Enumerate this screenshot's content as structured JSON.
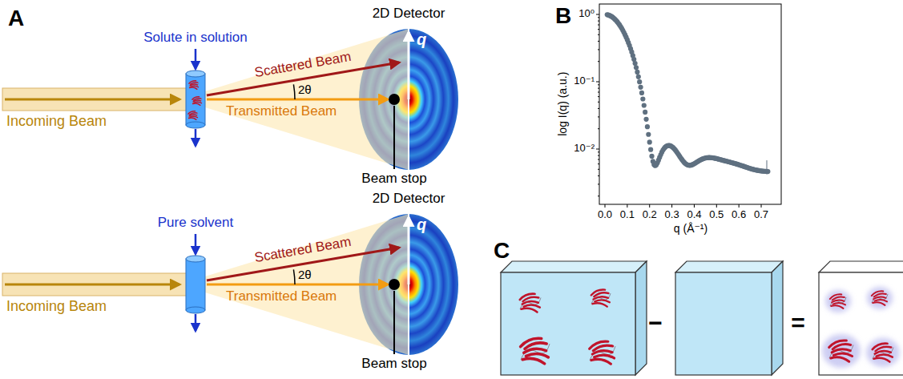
{
  "diagram": {
    "labels": [
      "A",
      "2D Detector",
      "Solute in solution",
      "Scattered Beam",
      "2θ",
      "Transmitted Beam",
      "q",
      "Incoming Beam",
      "Beam stop",
      "2D Detector",
      "Pure solvent",
      "Scattered Beam",
      "2θ",
      "Transmitted Beam",
      "q",
      "Incoming Beam",
      "Beam stop",
      "B",
      "10⁰",
      "10⁻¹",
      "10⁻²",
      "0.0",
      "0.1",
      "0.2",
      "0.3",
      "0.4",
      "0.5",
      "0.6",
      "0.7",
      "log I(q) (a.u.)",
      "q (Å⁻¹)",
      "C",
      "−",
      "="
    ]
  }
}
